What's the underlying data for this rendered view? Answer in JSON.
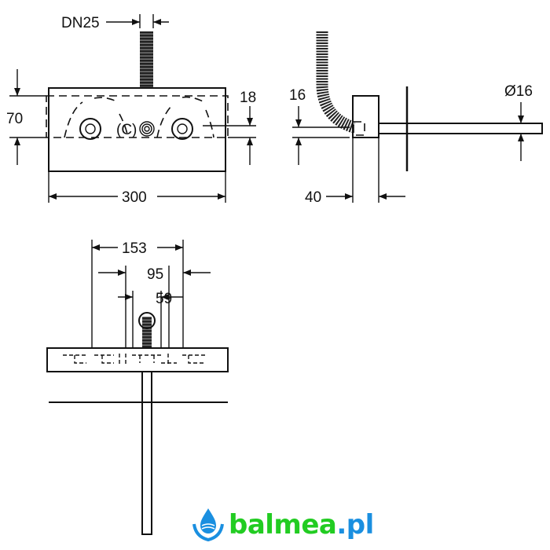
{
  "front_view": {
    "dn_label": "DN25",
    "height_label": "70",
    "offset_label": "18",
    "width_label": "300"
  },
  "side_view": {
    "offset_label": "16",
    "diameter_label": "Ø16",
    "depth_label": "40"
  },
  "top_view": {
    "dim_outer": "153",
    "dim_middle": "95",
    "dim_inner": "59"
  },
  "logo": {
    "name": "balmea",
    "suffix": ".pl",
    "colors": {
      "text": "#22cc22",
      "accent": "#1a8fe0"
    }
  }
}
